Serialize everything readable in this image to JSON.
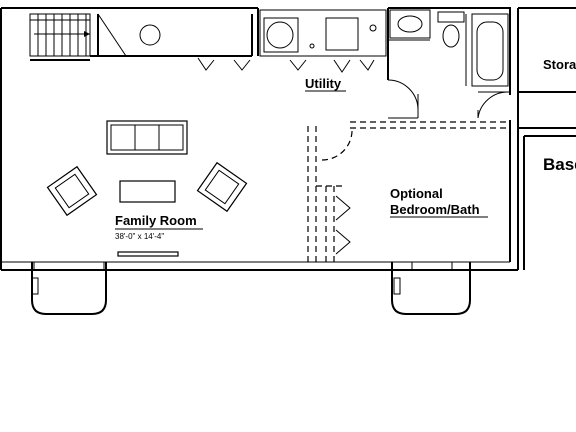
{
  "rooms": {
    "utility": "Utility",
    "optional_room": [
      "Optional",
      "Bedroom/Bath"
    ],
    "family_room": "Family Room",
    "family_room_dims": "38'-0\" x 14'-4\"",
    "storage_partial": "Stora",
    "basement_partial": "Base"
  }
}
